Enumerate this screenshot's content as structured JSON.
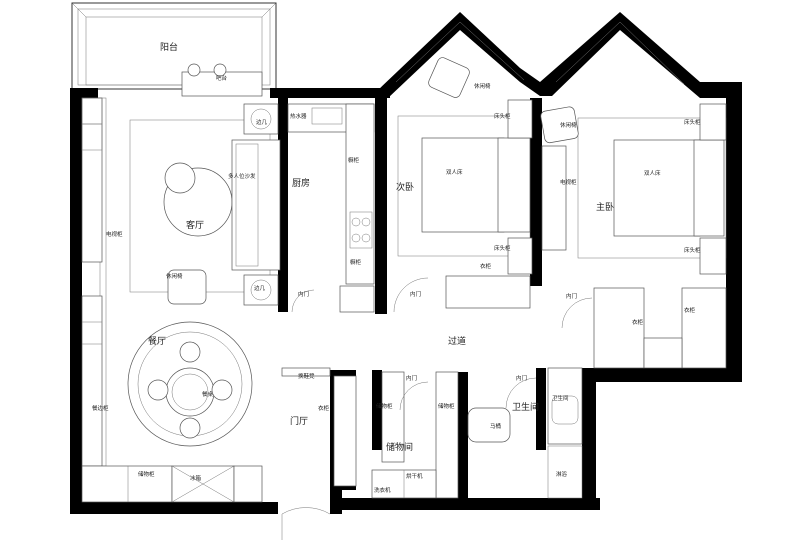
{
  "rooms": {
    "balcony": "阳台",
    "living": "客厅",
    "dining": "餐厅",
    "kitchen": "厨房",
    "bedroom2": "次卧",
    "master": "主卧",
    "corridor": "过道",
    "foyer": "门厅",
    "bathroom": "卫生间",
    "storage": "储物间"
  },
  "furniture": {
    "bar_counter": "吧台",
    "side_table_top": "边几",
    "side_table_bottom": "边几",
    "sofa": "多人位沙发",
    "lounge_chair": "休闲椅",
    "tv_cabinet": "电视柜",
    "dining_table": "餐桌",
    "sideboard": "餐边柜",
    "storage_cabinet": "储物柜",
    "fridge": "冰箱",
    "kitchen_cabinet_top": "橱柜",
    "kitchen_cabinet_bottom": "橱柜",
    "water_heater": "热水器",
    "double_bed_2": "双人床",
    "double_bed_master": "双人床",
    "nightstand_2a": "床头柜",
    "nightstand_2b": "床头柜",
    "nightstand_ma": "床头柜",
    "nightstand_mb": "床头柜",
    "armchair_2": "休闲椅",
    "armchair_m": "休闲椅",
    "tv_cabinet_m": "电视柜",
    "wardrobe_2": "衣柜",
    "wardrobe_m1": "衣柜",
    "wardrobe_m2": "衣柜",
    "shoe_bench": "换鞋凳",
    "coat_cabinet": "衣柜",
    "storage_left": "储物柜",
    "storage_right": "储物柜",
    "washer": "洗衣机",
    "dryer": "烘干机",
    "toilet": "马桶",
    "basin": "卫生间",
    "shower": "淋浴"
  },
  "doors": {
    "kitchen": "内门",
    "bedroom2": "内门",
    "master": "内门",
    "storage": "内门",
    "bathroom": "内门"
  }
}
